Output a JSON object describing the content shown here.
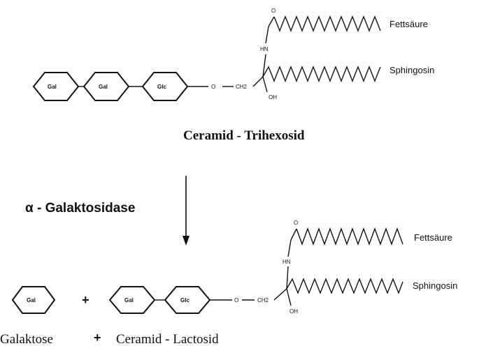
{
  "top_molecule": {
    "sugars": [
      "Gal",
      "Gal",
      "Glc"
    ],
    "linker_o": "O",
    "ch2": "CH2",
    "nh": "HN",
    "carbonyl_o": "O",
    "oh": "OH",
    "fatty_acid_label": "Fettsäure",
    "sphingosine_label": "Sphingosin",
    "name": "Ceramid - Trihexosid"
  },
  "reaction": {
    "enzyme_label": "α - Galaktosidase"
  },
  "bottom_molecules": {
    "free_sugar": "Gal",
    "plus_symbol": "+",
    "sugars": [
      "Gal",
      "Glc"
    ],
    "linker_o": "O",
    "ch2": "CH2",
    "nh": "HN",
    "carbonyl_o": "O",
    "oh": "OH",
    "fatty_acid_label": "Fettsäure",
    "sphingosine_label": "Sphingosin"
  },
  "bottom_caption": {
    "left": "Galaktose",
    "plus": "+",
    "right": "Ceramid - Lactosid"
  }
}
